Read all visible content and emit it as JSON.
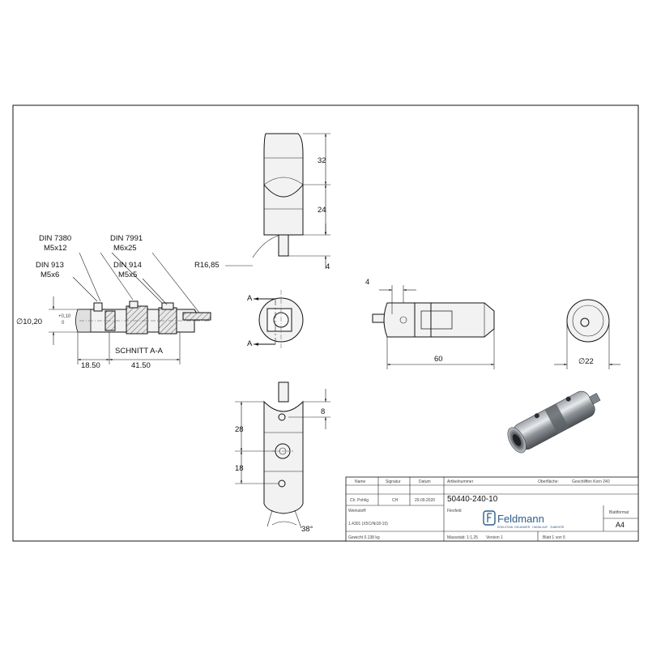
{
  "labels": {
    "din7380": "DIN 7380",
    "m5x12": "M5x12",
    "din7991": "DIN 7991",
    "m6x25": "M6x25",
    "din913": "DIN 913",
    "m5x6": "M5x6",
    "din914": "DIN 914",
    "m5x5": "M5x5",
    "diameter": "∅10,20",
    "tol_upper": "+0,10",
    "tol_lower": "0",
    "dim_1850": "18.50",
    "dim_4150": "41.50",
    "section": "SCHNITT A-A",
    "dim_32": "32",
    "dim_24": "24",
    "radius": "R16,85",
    "dim_4_top": "4",
    "section_a_top": "A",
    "section_a_bottom": "A",
    "dim_4_side": "4",
    "dim_60": "60",
    "dia_22": "∅22",
    "dim_8": "8",
    "dim_28": "28",
    "dim_18": "18",
    "angle_38": "38°"
  },
  "title_block": {
    "col_name": "Name",
    "col_signature": "Signatur",
    "col_date": "Datum",
    "article_label": "Artikelnummer",
    "surface_label": "Oberfläche:",
    "surface_value": "Geschliffen Korn 240",
    "drawer_name": "Ch. Pohlig",
    "drawer_sign": "CH",
    "drawer_date": "29.09.2020",
    "article_number": "50440-240-10",
    "material_label": "Werkstoff:",
    "material_value": "1.4301 (X5CrNi18-10)",
    "weight": "Gewicht 0.138 kg",
    "scale": "Massstab: 1:1.25",
    "version": "Version 1",
    "sheet_no": "Blatt 1 von 5",
    "sheet_format_label": "Blattformat",
    "sheet_format": "A4",
    "name_field_label": "Flexfeld",
    "company": "Feldmann",
    "company_tagline": "EDELSTAHL GELÄNDER · HANDLAUF · ZUBEHÖR"
  },
  "colors": {
    "line": "#111111",
    "brand": "#2b5d8c"
  }
}
